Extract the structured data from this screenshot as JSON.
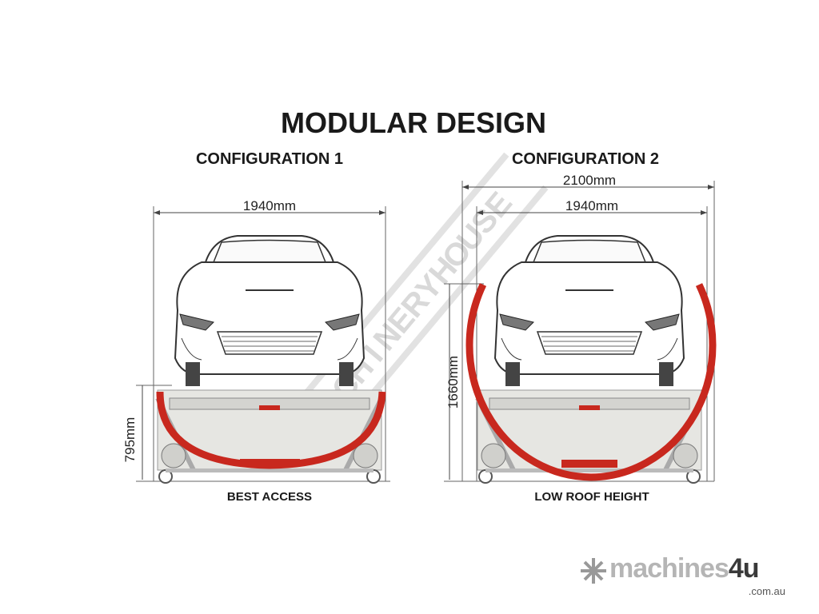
{
  "title": "MODULAR DESIGN",
  "configurations": [
    {
      "heading": "CONFIGURATION 1",
      "width_label": "1940mm",
      "height_label": "795mm",
      "caption": "BEST ACCESS"
    },
    {
      "heading": "CONFIGURATION 2",
      "outer_width_label": "2100mm",
      "width_label": "1940mm",
      "height_label": "1660mm",
      "caption": "LOW ROOF HEIGHT"
    }
  ],
  "watermark": "MACHINERYHOUSE",
  "logo": {
    "text": "machines",
    "accent": "4u",
    "domain": ".com.au"
  },
  "colors": {
    "frame_red": "#c8281e",
    "frame_gray": "#d8d8d4",
    "line": "#444444"
  }
}
